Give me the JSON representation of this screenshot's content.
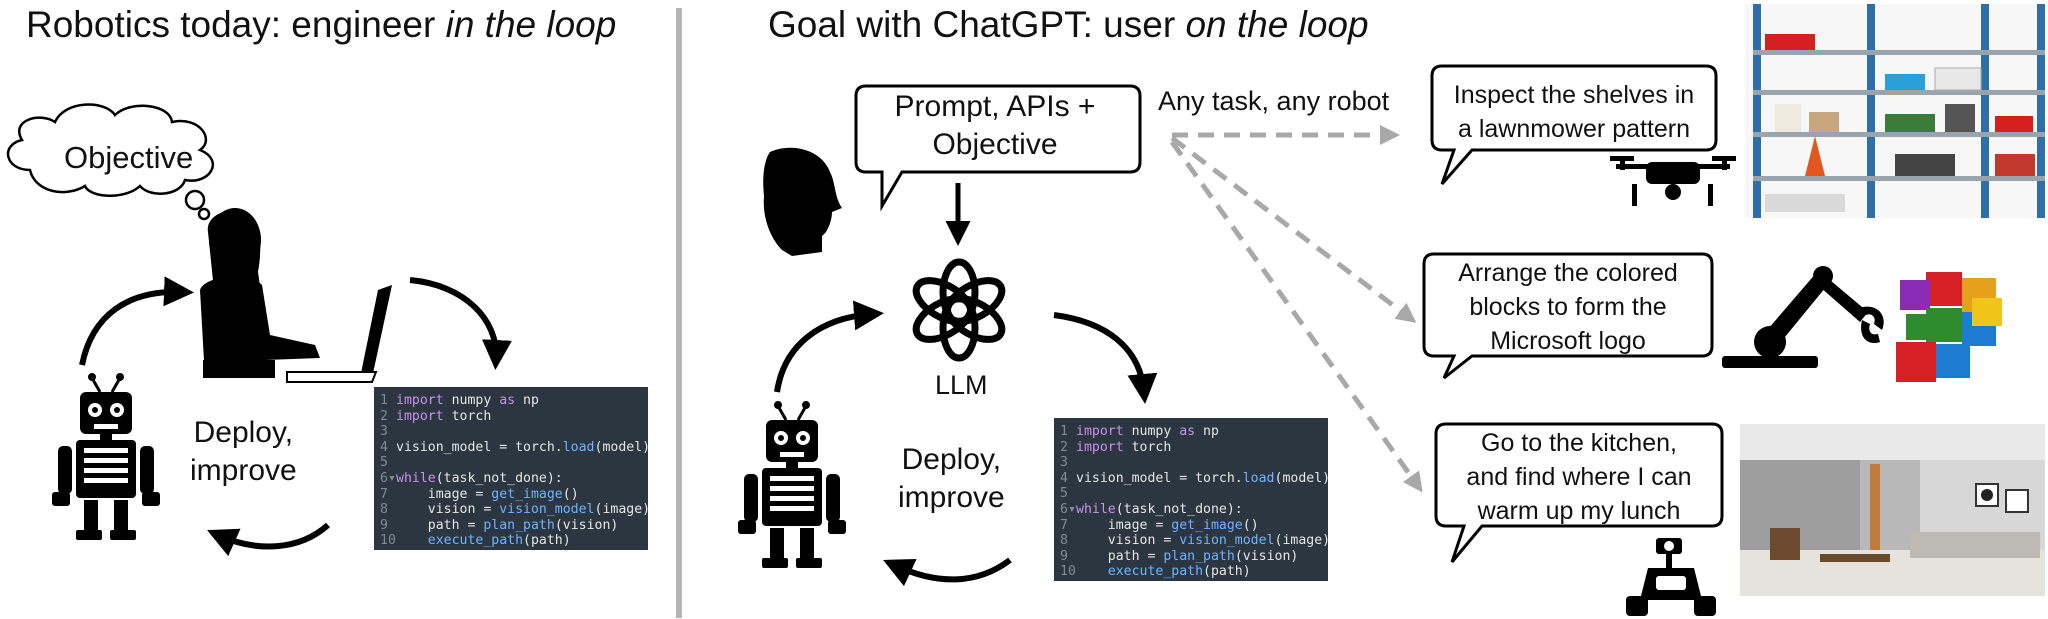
{
  "left": {
    "title_prefix": "Robotics today: engineer ",
    "title_emph": "in the loop",
    "thought": "Objective",
    "deploy_line1": "Deploy,",
    "deploy_line2": "improve"
  },
  "right": {
    "title_prefix": "Goal with ChatGPT: user ",
    "title_emph": "on the loop",
    "prompt_line1": "Prompt, APIs +",
    "prompt_line2": "Objective",
    "llm_label": "LLM",
    "any_task": "Any task, any robot",
    "deploy_line1": "Deploy,",
    "deploy_line2": "improve"
  },
  "tasks": [
    {
      "lines": [
        "Inspect the shelves in",
        "a lawnmower pattern"
      ],
      "robot_icon": "drone-icon"
    },
    {
      "lines": [
        "Arrange the colored",
        "blocks to form the",
        "Microsoft logo"
      ],
      "robot_icon": "robot-arm-icon"
    },
    {
      "lines": [
        "Go to the kitchen,",
        "and find where I can",
        "warm up my lunch"
      ],
      "robot_icon": "mobile-robot-icon"
    }
  ],
  "code": {
    "lines": [
      {
        "n": "1",
        "text": "import numpy as np"
      },
      {
        "n": "2",
        "text": "import torch"
      },
      {
        "n": "3",
        "text": ""
      },
      {
        "n": "4",
        "text": "vision_model = torch.load(model)"
      },
      {
        "n": "5",
        "text": ""
      },
      {
        "n": "6▾",
        "text": "while(task_not_done):"
      },
      {
        "n": "7",
        "text": "    image = get_image()"
      },
      {
        "n": "8",
        "text": "    vision = vision_model(image)"
      },
      {
        "n": "9",
        "text": "    path = plan_path(vision)"
      },
      {
        "n": "10",
        "text": "    execute_path(path)"
      }
    ]
  },
  "colors": {
    "divider": "#b5b5b5",
    "dashed_arrow": "#a8a8a8",
    "code_bg": "#2b3640",
    "keyword": "#c792ea",
    "function": "#6fb3ff"
  }
}
